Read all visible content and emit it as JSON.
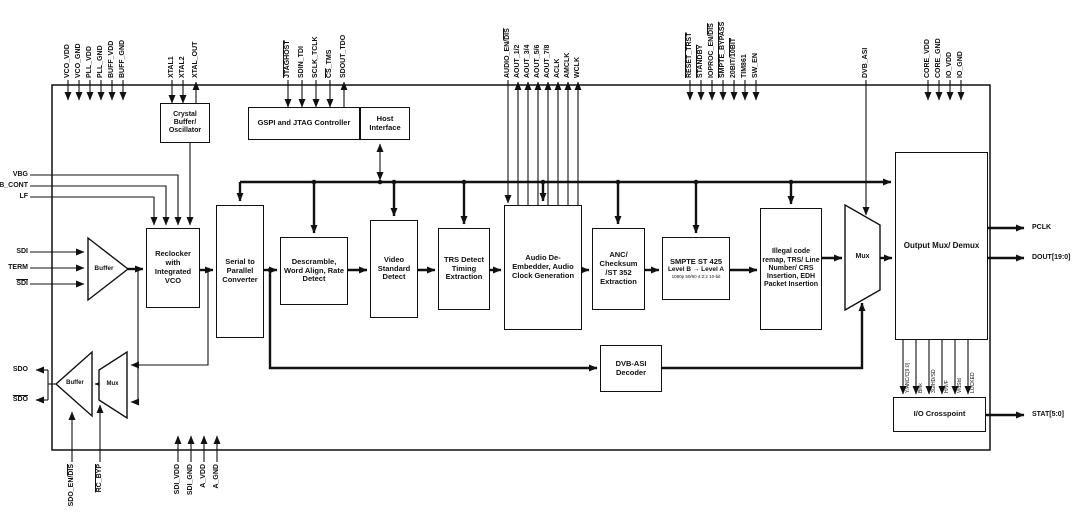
{
  "diagram": {
    "blocks": {
      "crystal": "Crystal Buffer/ Oscillator",
      "gspi": "GSPI and JTAG Controller",
      "host": "Host Interface",
      "reclocker": "Reclocker with Integrated VCO",
      "s2p": "Serial to Parallel Converter",
      "descramble": "Descramble, Word Align, Rate Detect",
      "vidstd": "Video Standard Detect",
      "trs": "TRS Detect Timing Extraction",
      "audio": "Audio De- Embedder, Audio Clock Generation",
      "anc": "ANC/ Checksum /ST 352 Extraction",
      "smpte_l1": "SMPTE ST 425",
      "smpte_l2": "Level B → Level A",
      "smpte_l3": "1080p 50/60 4:2:2 10-bit",
      "illegal": "Illegal code remap, TRS/ Line Number/ CRS Insertion, EDH Packet Insertion",
      "mux_right": "Mux",
      "mux_sdo": "Mux",
      "buffer_in": "Buffer",
      "buffer_sdo": "Buffer",
      "outmux": "Output Mux/ Demux",
      "dvbasi": "DVB-ASI Decoder",
      "xpoint": "I/O Crosspoint"
    },
    "crosspoint_signals": [
      "Y/ANC/C[9:0]",
      "Blnk",
      "3G/HD/SD",
      "H/V/F",
      "VidStd",
      "LOCKED"
    ],
    "pins": {
      "top": [
        {
          "t": "VCO_VDD",
          "dir": "in"
        },
        {
          "t": "VCO_GND",
          "dir": "in"
        },
        {
          "t": "PLL_VDD",
          "dir": "in"
        },
        {
          "t": "PLL_GND",
          "dir": "in"
        },
        {
          "t": "BUFF_VDD",
          "dir": "in"
        },
        {
          "t": "BUFF_GND",
          "dir": "in"
        },
        {
          "t": "XTAL1",
          "dir": "in"
        },
        {
          "t": "XTAL2",
          "dir": "in"
        },
        {
          "t": "XTAL_OUT",
          "dir": "out"
        },
        {
          "t": "JTAGHOST",
          "dir": "in",
          "ov": "*"
        },
        {
          "t": "SDIN_TDI",
          "dir": "in"
        },
        {
          "t": "SCLK_TCLK",
          "dir": "in"
        },
        {
          "t": "CS_TMS",
          "dir": "in",
          "ov": "CS"
        },
        {
          "t": "SDOUT_TDO",
          "dir": "out"
        },
        {
          "t": "AUDIO_EN/DIS",
          "dir": "in",
          "ov": "DIS"
        },
        {
          "t": "AOUT_1/2",
          "dir": "out"
        },
        {
          "t": "AOUT_3/4",
          "dir": "out"
        },
        {
          "t": "AOUT_5/6",
          "dir": "out"
        },
        {
          "t": "AOUT_7/8",
          "dir": "out"
        },
        {
          "t": "ACLK",
          "dir": "out"
        },
        {
          "t": "AMCLK",
          "dir": "out"
        },
        {
          "t": "WCLK",
          "dir": "out"
        },
        {
          "t": "RESET_TRST",
          "dir": "in",
          "ov": "*"
        },
        {
          "t": "STANDBY",
          "dir": "in",
          "ov": "*"
        },
        {
          "t": "IOPROC_EN/DIS",
          "dir": "in",
          "ov": "DIS"
        },
        {
          "t": "SMPTE_BYPASS",
          "dir": "in",
          "ov": "*"
        },
        {
          "t": "20BIT/10BIT",
          "dir": "in",
          "ov": "10BIT"
        },
        {
          "t": "TIM861",
          "dir": "in"
        },
        {
          "t": "SW_EN",
          "dir": "in"
        },
        {
          "t": "DVB_ASI",
          "dir": "in"
        },
        {
          "t": "CORE_VDD",
          "dir": "in"
        },
        {
          "t": "CORE_GND",
          "dir": "in"
        },
        {
          "t": "IO_VDD",
          "dir": "in"
        },
        {
          "t": "IO_GND",
          "dir": "in"
        }
      ],
      "left": [
        {
          "t": "VBG",
          "dir": "in"
        },
        {
          "t": "LB_CONT",
          "dir": "in"
        },
        {
          "t": "LF",
          "dir": "in"
        },
        {
          "t": "SDI",
          "dir": "in"
        },
        {
          "t": "TERM",
          "dir": "in"
        },
        {
          "t": "SDI",
          "dir": "in",
          "ov": "*"
        },
        {
          "t": "SDO",
          "dir": "out"
        },
        {
          "t": "SDO",
          "dir": "out",
          "ov": "*"
        }
      ],
      "bottom_left": [
        {
          "t": "SDO_EN/DIS",
          "dir": "in",
          "ov": "DIS"
        },
        {
          "t": "RC_BYP",
          "dir": "in",
          "ov": "*"
        }
      ],
      "bottom": [
        {
          "t": "SDI_VDD",
          "dir": "in"
        },
        {
          "t": "SDI_GND",
          "dir": "in"
        },
        {
          "t": "A_VDD",
          "dir": "in"
        },
        {
          "t": "A_GND",
          "dir": "in"
        }
      ],
      "right": [
        {
          "t": "PCLK",
          "dir": "out"
        },
        {
          "t": "DOUT[19:0]",
          "dir": "out"
        },
        {
          "t": "STAT[5:0]",
          "dir": "out"
        }
      ]
    }
  }
}
